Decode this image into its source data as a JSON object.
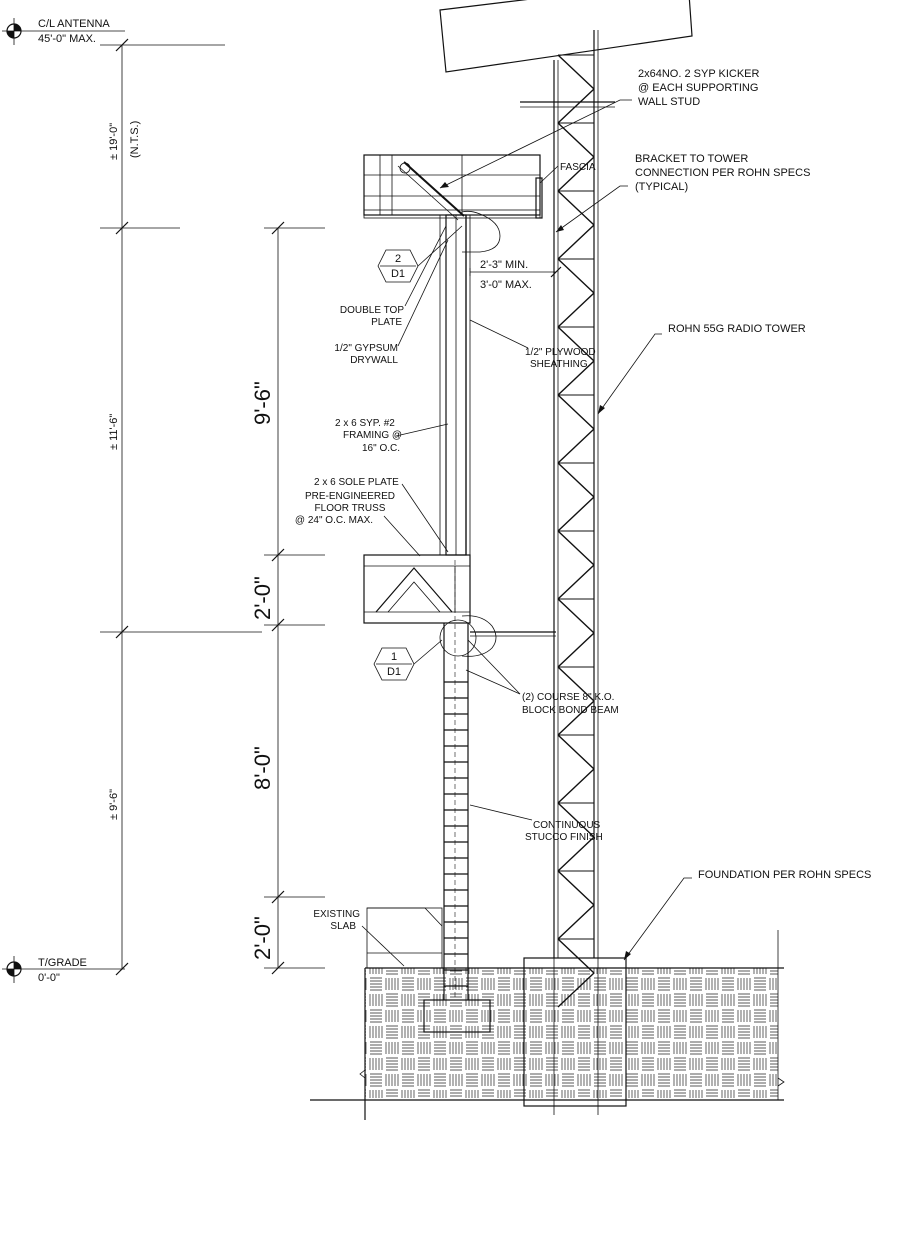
{
  "elevations": {
    "antenna": {
      "name": "C/L ANTENNA",
      "value": "45'-0\" MAX."
    },
    "grade": {
      "name": "T/GRADE",
      "value": "0'-0\""
    }
  },
  "overall_dims": {
    "upper": "± 19'-0\"",
    "upper_note": "(N.T.S.)",
    "middle": "± 11'-6\"",
    "lower": "± 9'-6\""
  },
  "wall_dims": {
    "d1": "9'-6\"",
    "d2": "2'-0\"",
    "d3": "8'-0\"",
    "d4": "2'-0\""
  },
  "offsets": {
    "min": "2'-3\" MIN.",
    "max": "3'-0\" MAX."
  },
  "detail_tags": [
    {
      "number": "2",
      "sheet": "D1"
    },
    {
      "number": "1",
      "sheet": "D1"
    }
  ],
  "notes": {
    "kicker": [
      "2x64NO. 2 SYP KICKER",
      "@ EACH SUPPORTING",
      "WALL STUD"
    ],
    "fascia": "FASCIA",
    "bracket": [
      "BRACKET TO TOWER",
      "CONNECTION PER ROHN SPECS",
      "(TYPICAL)"
    ],
    "tower": "ROHN 55G RADIO TOWER",
    "top_plate": [
      "DOUBLE TOP",
      "PLATE"
    ],
    "gypsum": [
      "1/2\" GYPSUM",
      "DRYWALL"
    ],
    "plywood": [
      "1/2\" PLYWOOD",
      "SHEATHING"
    ],
    "framing": [
      "2 x 6 SYP. #2",
      "FRAMING @",
      "16\" O.C."
    ],
    "sole_plate": "2 x 6 SOLE PLATE",
    "truss": [
      "PRE-ENGINEERED",
      "FLOOR TRUSS",
      "@ 24\" O.C. MAX."
    ],
    "bond_beam": [
      "(2) COURSE 8\" K.O.",
      "BLOCK BOND BEAM"
    ],
    "stucco": [
      "CONTINUOUS",
      "STUCCO FINISH"
    ],
    "foundation": "FOUNDATION PER ROHN SPECS",
    "slab": [
      "EXISTING",
      "SLAB"
    ]
  }
}
